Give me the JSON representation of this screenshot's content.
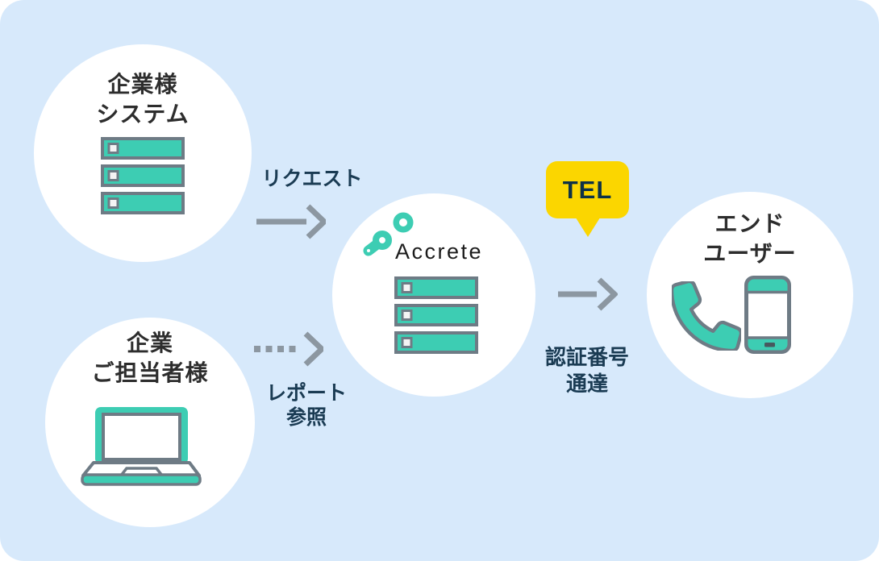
{
  "colors": {
    "background": "#D7E9FB",
    "node_circle": "#FFFFFF",
    "teal": "#3DCDB3",
    "icon_outline": "#6E7B85",
    "arrow_gray": "#8C97A1",
    "label_navy": "#1A3B53",
    "title_dark": "#2D2D2D",
    "badge_yellow": "#FBD600",
    "badge_text_navy": "#0E3247",
    "phone_home_dark": "#47585E"
  },
  "nodes": {
    "company_system": {
      "title": [
        "企業様",
        "システム"
      ],
      "icon": "server-icon"
    },
    "company_staff": {
      "title": [
        "企業",
        "ご担当者様"
      ],
      "icon": "laptop-icon"
    },
    "accrete": {
      "brand": "Accrete",
      "icons": [
        "accrete-logo-icon",
        "server-icon"
      ]
    },
    "end_user": {
      "title": [
        "エンド",
        "ユーザー"
      ],
      "icons": [
        "phone-handset-icon",
        "smartphone-icon"
      ]
    }
  },
  "flows": {
    "request": {
      "label": "リクエスト",
      "style": "solid-arrow"
    },
    "report": {
      "label": [
        "レポート",
        "参照"
      ],
      "style": "dashed-arrow"
    },
    "notify": {
      "badge": "TEL",
      "label": [
        "認証番号",
        "通達"
      ],
      "style": "solid-arrow"
    }
  }
}
